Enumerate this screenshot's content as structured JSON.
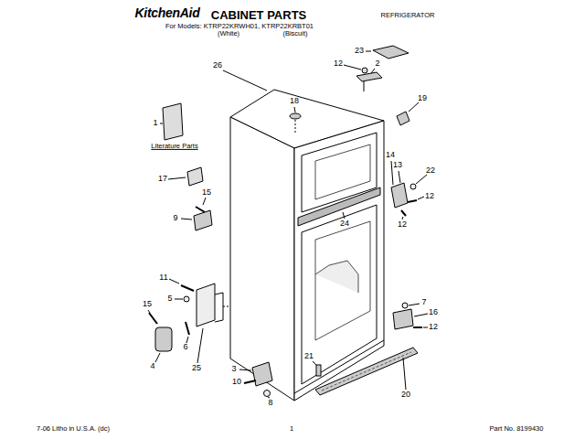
{
  "diagram": {
    "title": "CABINET PARTS",
    "labels": [
      "KitchenAid",
      "For Models: KTRP22KRWH01, KTRP22KRBT01",
      "REFRIGERATOR",
      "(White)",
      "(Biscuit)",
      "23",
      "12",
      "2",
      "26",
      "19",
      "18",
      "1",
      "Literature Parts",
      "14",
      "13",
      "22",
      "17",
      "15",
      "12",
      "9",
      "24",
      "12",
      "11",
      "5",
      "7",
      "15",
      "16",
      "12",
      "6",
      "21",
      "4",
      "25",
      "3",
      "10",
      "20",
      "8",
      "7-06 Litho in U.S.A. (dc)",
      "1",
      "Part No. 8199430"
    ]
  }
}
